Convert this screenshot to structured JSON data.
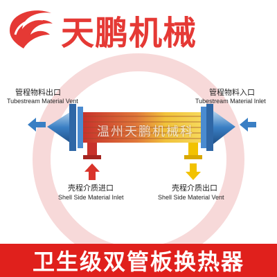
{
  "brand": {
    "name": "天鹏机械",
    "logo_icon": "phoenix-swirl-logo-icon",
    "color": "#e53935"
  },
  "labels": {
    "tube_outlet_cn": "管程物料出口",
    "tube_outlet_en": "Tubestream Material Vent",
    "tube_inlet_cn": "管程物料入口",
    "tube_inlet_en": "Tubestream Material Inlet",
    "shell_inlet_cn": "壳程介质进口",
    "shell_inlet_en": "Shell Side Material Inlet",
    "shell_outlet_cn": "壳程介质出口",
    "shell_outlet_en": "Shell Side Material Vent"
  },
  "watermark": "温州天鹏机械科",
  "footer_title": "卫生级双管板换热器",
  "colors": {
    "tube_blue": "#3a7fc4",
    "shell_red": "#d9342b",
    "shell_yellow": "#f2c200",
    "footer_red": "#e0201c"
  }
}
